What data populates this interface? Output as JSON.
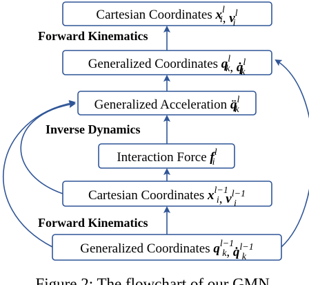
{
  "nodes": [
    {
      "id": "n1",
      "text": "Cartesian Coordinates",
      "math": [
        [
          "x",
          "i",
          "l"
        ],
        ", ",
        [
          "v",
          "i",
          "l"
        ]
      ]
    },
    {
      "id": "n2",
      "text": "Generalized Coordinates",
      "math": [
        [
          "q",
          "k",
          "l"
        ],
        ", ",
        [
          "q̇",
          "k",
          "l"
        ]
      ]
    },
    {
      "id": "n3",
      "text": "Generalized Acceleration",
      "math": [
        [
          "q̈",
          "k",
          "l"
        ]
      ]
    },
    {
      "id": "n4",
      "text": "Interaction Force",
      "math": [
        [
          "f",
          "i",
          "l"
        ]
      ]
    },
    {
      "id": "n5",
      "text": "Cartesian Coordinates",
      "math": [
        [
          "x",
          "i",
          "l−1"
        ],
        ", ",
        [
          "v",
          "i",
          "l−1"
        ]
      ]
    },
    {
      "id": "n6",
      "text": "Generalized Coordinates",
      "math": [
        [
          "q",
          "k",
          "l−1"
        ],
        ", ",
        [
          "q̇",
          "k",
          "l−1"
        ]
      ]
    }
  ],
  "labels": {
    "forward_kinematics_top": "Forward Kinematics",
    "inverse_dynamics": "Inverse Dynamics",
    "forward_kinematics_bottom": "Forward Kinematics"
  },
  "caption": "Figure 2: The flowchart of our GMN."
}
